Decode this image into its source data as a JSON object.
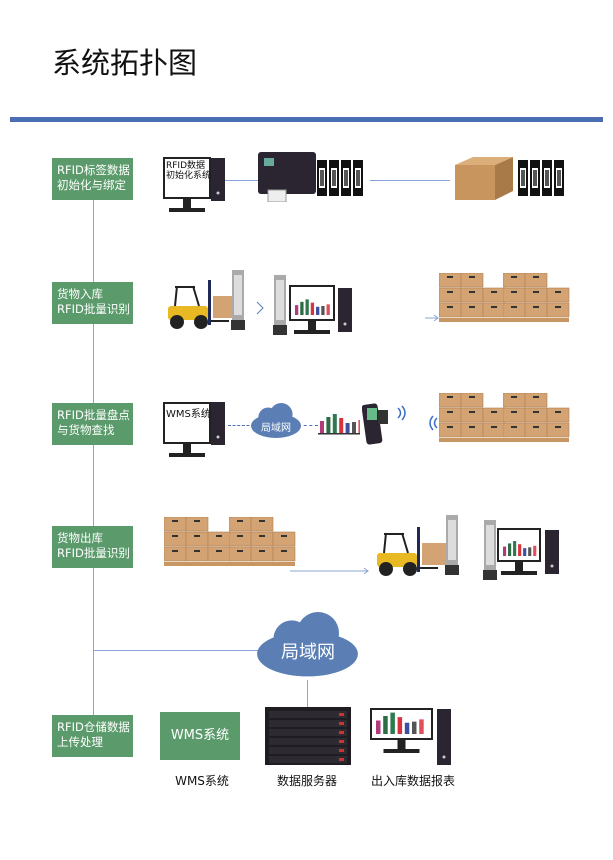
{
  "title": "系统拓扑图",
  "colors": {
    "accent_bar": "#4a6db3",
    "step_box": "#5b9b6b",
    "connector": "#8aa6d6",
    "cloud": "#5b7fb5"
  },
  "steps": [
    {
      "line1": "RFID标签数据",
      "line2": "初始化与绑定"
    },
    {
      "line1": "货物入库",
      "line2": "RFID批量识别"
    },
    {
      "line1": "RFID批量盘点",
      "line2": "与货物查找"
    },
    {
      "line1": "货物出库",
      "line2": "RFID批量识别"
    },
    {
      "line1": "RFID仓储数据",
      "line2": "上传处理"
    }
  ],
  "row1": {
    "monitor_line1": "RFID数据",
    "monitor_line2": "初始化系统"
  },
  "row3": {
    "monitor_text": "WMS系统",
    "cloud_label": "局域网"
  },
  "row5": {
    "cloud_label": "局域网",
    "wms_box": "WMS系统",
    "labels": [
      "WMS系统",
      "数据服务器",
      "出入库数据报表"
    ]
  }
}
